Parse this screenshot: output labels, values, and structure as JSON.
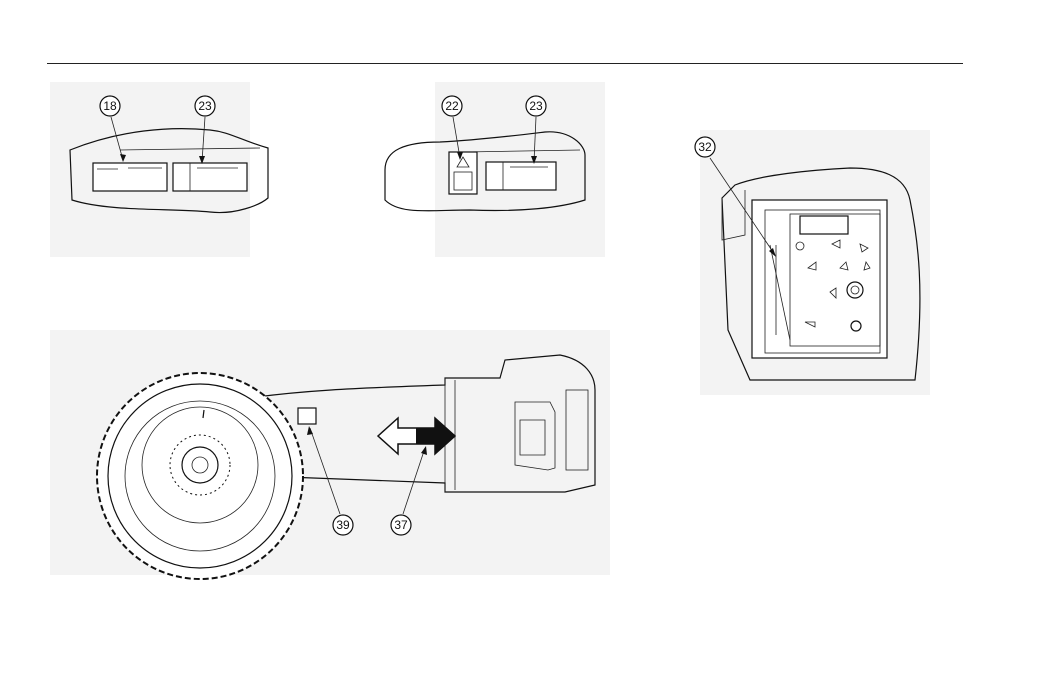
{
  "callouts": {
    "c18": "18",
    "c23a": "23",
    "c22": "22",
    "c23b": "23",
    "c32": "32",
    "c39": "39",
    "c37": "37"
  },
  "colors": {
    "line": "#111111",
    "background": "#ffffff",
    "shade": "#f3f3f3"
  }
}
